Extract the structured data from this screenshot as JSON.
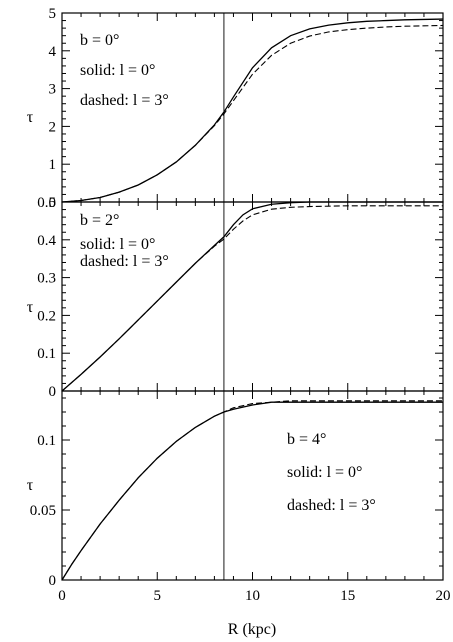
{
  "chart_data": [
    {
      "type": "line",
      "xlabel": "",
      "ylabel": "τ",
      "xlim": [
        0,
        20
      ],
      "ylim": [
        0,
        5
      ],
      "xticks": [
        "0",
        "5",
        "10",
        "15",
        "20"
      ],
      "yticks": [
        "0",
        "1",
        "2",
        "3",
        "4",
        "5"
      ],
      "annotations": [
        "b = 0°",
        "solid: l = 0°",
        "dashed: l = 3°"
      ],
      "vline_x": 8.5,
      "x": [
        0,
        1,
        2,
        3,
        4,
        5,
        6,
        7,
        8,
        8.5,
        9,
        10,
        11,
        12,
        13,
        14,
        15,
        16,
        17,
        18,
        19,
        20
      ],
      "series": [
        {
          "style": "solid",
          "values": [
            0,
            0.04,
            0.12,
            0.26,
            0.45,
            0.72,
            1.06,
            1.5,
            2.04,
            2.38,
            2.78,
            3.55,
            4.08,
            4.4,
            4.58,
            4.68,
            4.74,
            4.78,
            4.8,
            4.82,
            4.83,
            4.84
          ]
        },
        {
          "style": "dashed",
          "values": [
            0,
            0.04,
            0.12,
            0.26,
            0.45,
            0.72,
            1.06,
            1.5,
            2.02,
            2.33,
            2.68,
            3.38,
            3.88,
            4.2,
            4.39,
            4.5,
            4.56,
            4.6,
            4.63,
            4.65,
            4.66,
            4.67
          ]
        }
      ]
    },
    {
      "type": "line",
      "xlabel": "",
      "ylabel": "τ",
      "xlim": [
        0,
        20
      ],
      "ylim": [
        0,
        0.5
      ],
      "xticks": [
        "0",
        "5",
        "10",
        "15",
        "20"
      ],
      "yticks": [
        "0",
        "0.1",
        "0.2",
        "0.3",
        "0.4",
        "0.5"
      ],
      "annotations": [
        "b = 2°",
        "solid: l = 0°",
        "dashed: l = 3°"
      ],
      "vline_x": 8.5,
      "x": [
        0,
        1,
        2,
        3,
        4,
        5,
        6,
        7,
        8,
        8.5,
        9,
        9.5,
        10,
        11,
        12,
        13,
        14,
        15,
        16,
        17,
        18,
        19,
        20
      ],
      "series": [
        {
          "style": "solid",
          "values": [
            0,
            0.044,
            0.09,
            0.138,
            0.188,
            0.238,
            0.288,
            0.338,
            0.385,
            0.408,
            0.44,
            0.466,
            0.482,
            0.494,
            0.498,
            0.5,
            0.5,
            0.5,
            0.5,
            0.5,
            0.5,
            0.5,
            0.5
          ]
        },
        {
          "style": "dashed",
          "values": [
            0,
            0.044,
            0.09,
            0.138,
            0.188,
            0.238,
            0.288,
            0.338,
            0.383,
            0.402,
            0.428,
            0.45,
            0.466,
            0.481,
            0.486,
            0.488,
            0.489,
            0.49,
            0.49,
            0.49,
            0.49,
            0.49,
            0.49
          ]
        }
      ]
    },
    {
      "type": "line",
      "xlabel": "R (kpc)",
      "ylabel": "τ",
      "xlim": [
        0,
        20
      ],
      "ylim": [
        0,
        0.135
      ],
      "xticks": [
        "0",
        "5",
        "10",
        "15",
        "20"
      ],
      "yticks": [
        "0",
        "0.05",
        "0.1"
      ],
      "ytick_values": [
        0,
        0.05,
        0.1
      ],
      "annotations": [
        "b = 4°",
        "solid: l = 0°",
        "dashed: l = 3°"
      ],
      "vline_x": 8.5,
      "x": [
        0,
        0.5,
        1,
        2,
        3,
        4,
        5,
        6,
        7,
        8,
        8.5,
        9,
        10,
        11,
        12,
        13,
        14,
        15,
        16,
        17,
        18,
        19,
        20
      ],
      "series": [
        {
          "style": "solid",
          "values": [
            0,
            0.011,
            0.021,
            0.04,
            0.057,
            0.073,
            0.087,
            0.099,
            0.109,
            0.117,
            0.12,
            0.122,
            0.125,
            0.127,
            0.127,
            0.127,
            0.127,
            0.127,
            0.127,
            0.127,
            0.127,
            0.127,
            0.127
          ]
        },
        {
          "style": "dashed",
          "values": [
            0,
            0.011,
            0.021,
            0.04,
            0.057,
            0.073,
            0.087,
            0.099,
            0.109,
            0.117,
            0.12,
            0.123,
            0.126,
            0.127,
            0.128,
            0.128,
            0.128,
            0.128,
            0.128,
            0.128,
            0.128,
            0.128,
            0.128
          ]
        }
      ]
    }
  ]
}
